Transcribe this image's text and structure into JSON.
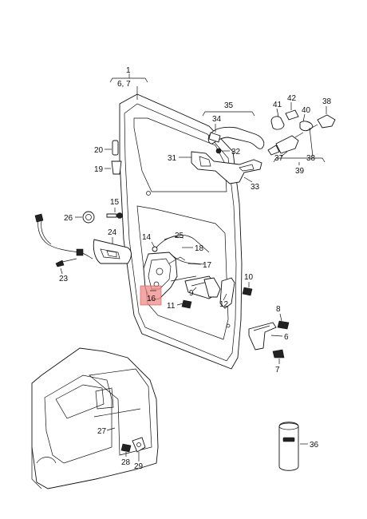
{
  "diagram": {
    "labels": {
      "p1": "1",
      "p67": "6, 7",
      "p35": "35",
      "p34": "34",
      "p32": "32",
      "p31": "31",
      "p33": "33",
      "p42": "42",
      "p41": "41",
      "p40": "40",
      "p38a": "38",
      "p37": "37",
      "p38b": "38",
      "p39": "39",
      "p20": "20",
      "p19": "19",
      "p15": "15",
      "p26": "26",
      "p24": "24",
      "p14": "14",
      "p25": "25",
      "p18": "18",
      "p17": "17",
      "p23": "23",
      "p10": "10",
      "p9": "9",
      "p16": "16",
      "p12": "12",
      "p11": "11",
      "p8": "8",
      "p6": "6",
      "p7": "7",
      "p27": "27",
      "p28": "28",
      "p29": "29",
      "p36": "36"
    },
    "highlight_color": "#f08a8a",
    "line_color": "#111111"
  }
}
